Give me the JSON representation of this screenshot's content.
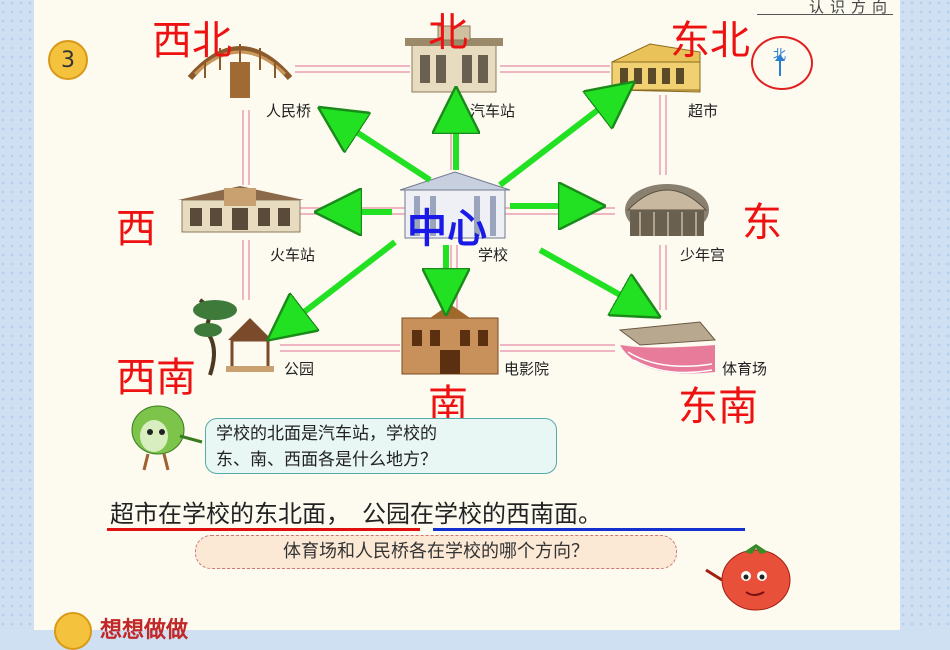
{
  "header": {
    "label": "认识方向"
  },
  "badge": {
    "number": "3"
  },
  "north_marker": {
    "char": "北"
  },
  "directions": {
    "nw": "西北",
    "n": "北",
    "ne": "东北",
    "w": "西",
    "e": "东",
    "sw": "西南",
    "s": "南",
    "se": "东南"
  },
  "center_word": "中心",
  "places": {
    "bridge": "人民桥",
    "bus_station": "汽车站",
    "supermarket": "超市",
    "train_station": "火车站",
    "school": "学校",
    "youth_palace": "少年宫",
    "park": "公园",
    "cinema": "电影院",
    "stadium": "体育场"
  },
  "bubble": {
    "line1": "学校的北面是汽车站，学校的",
    "line2": "东、南、西面各是什么地方？"
  },
  "statement": {
    "part1": "超市在学校的东北面，",
    "part2": "公园在学校的西南面。"
  },
  "question": "体育场和人民桥各在学校的哪个方向？",
  "section_title": "想想做做",
  "colors": {
    "arrow": "#22e022",
    "direction_text": "#ee1111",
    "center_text": "#1a1ae8"
  }
}
